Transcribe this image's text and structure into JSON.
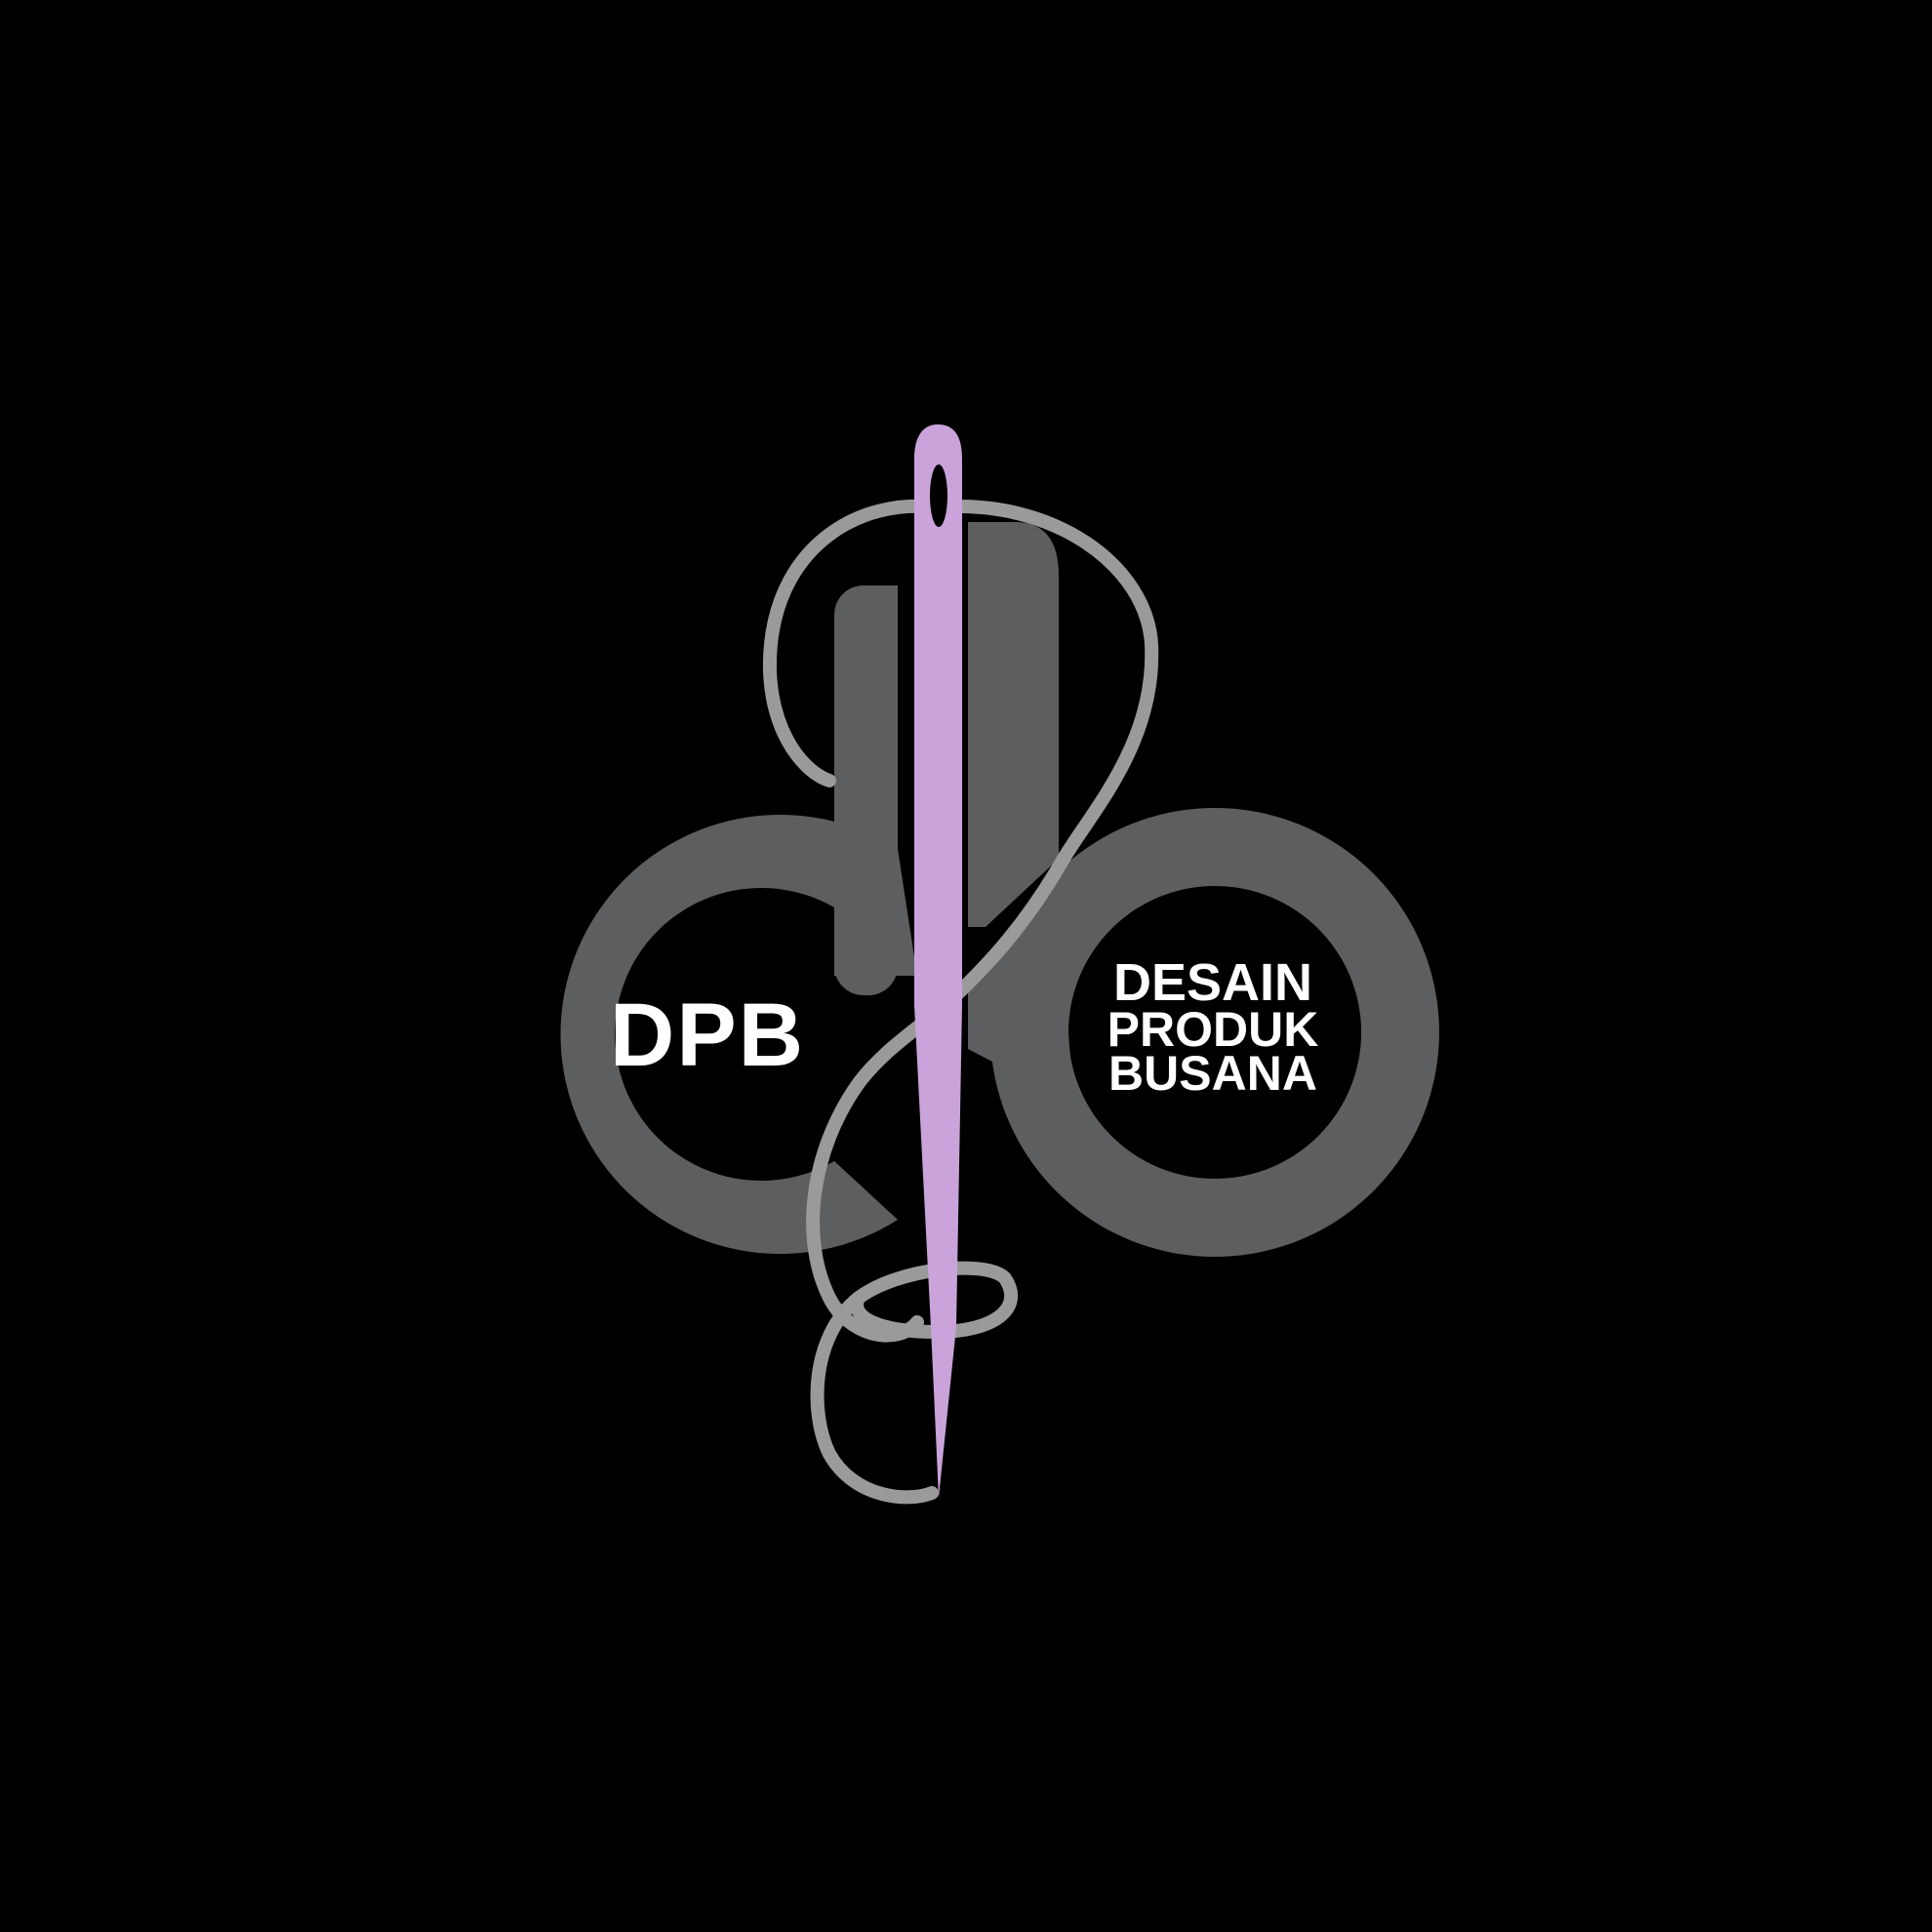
{
  "logo": {
    "monogram": "DPB",
    "tagline_lines": [
      "DESAIN",
      "PRODUK",
      "BUSANA"
    ],
    "icons": {
      "needle": "sewing-needle-icon",
      "thread": "thread-icon"
    }
  },
  "colors": {
    "background": "#000000",
    "shape_fill": "#5d5e60",
    "needle": "#c9a3d9",
    "thread": "#9a9a9a",
    "text": "#ffffff"
  }
}
